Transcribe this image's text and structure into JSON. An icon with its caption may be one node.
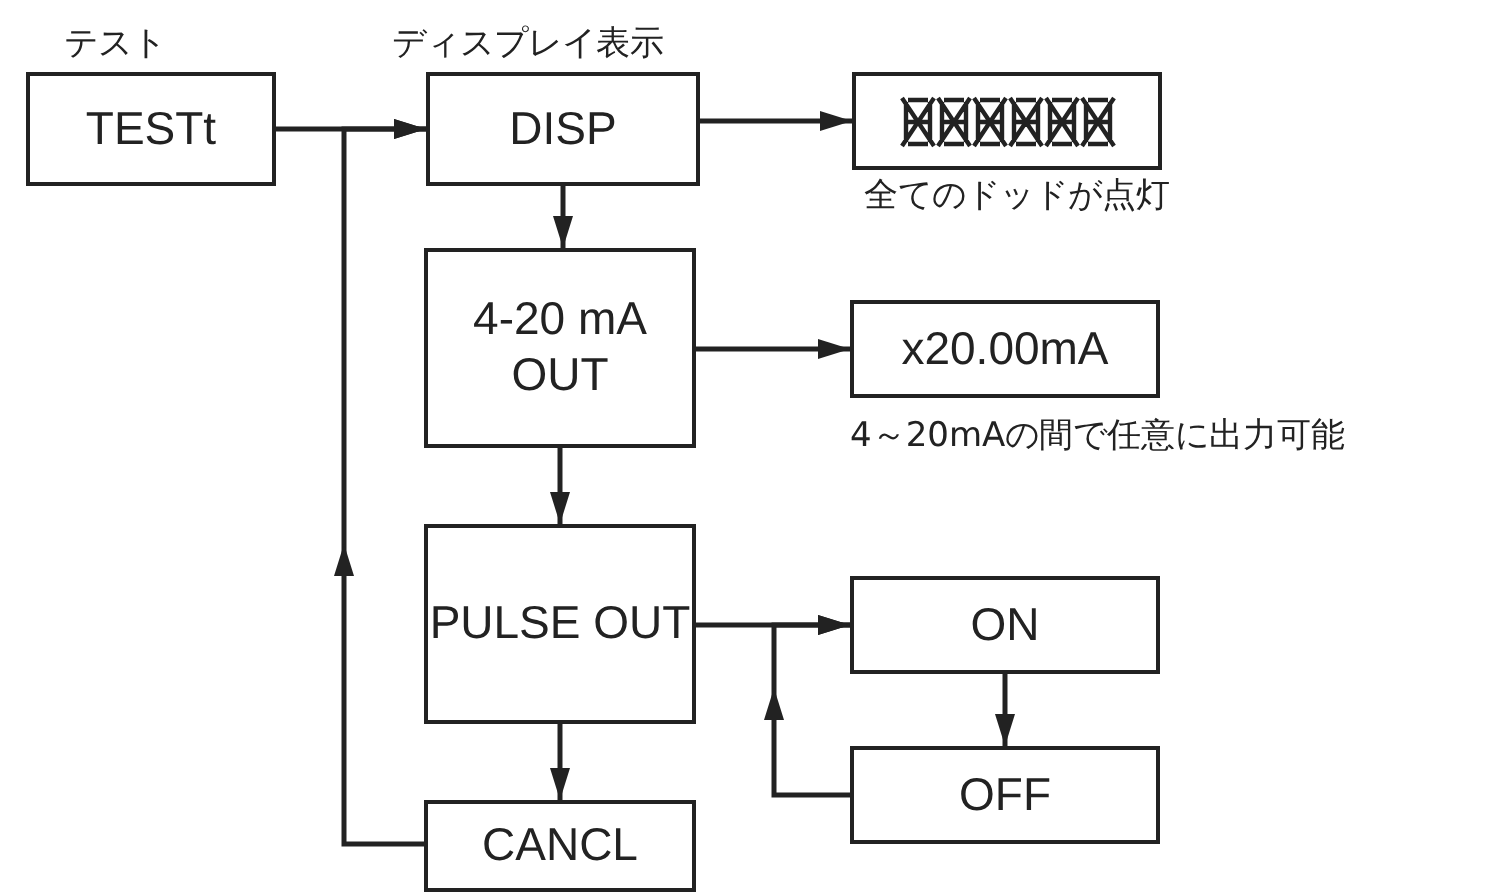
{
  "diagram": {
    "nodes": [
      {
        "text": [
          "TESTt"
        ],
        "beside": [
          "テスト"
        ]
      },
      {
        "text": [
          "DISP"
        ],
        "beside": [
          "ディスプレイ表示"
        ]
      },
      {
        "text": [],
        "shape": "box",
        "beside": [
          "全てのドッドが点灯"
        ]
      },
      {
        "text": [
          "4-20 mA OUT"
        ]
      },
      {
        "text": [
          "x20.00mA"
        ],
        "beside": [
          "4～20mAの間で任意に出力可能"
        ]
      },
      {
        "text": [
          "PULSE OUT"
        ]
      },
      {
        "text": [
          "ON"
        ]
      },
      {
        "text": [
          "OFF"
        ]
      },
      {
        "text": [
          "CANCL"
        ]
      }
    ],
    "edges": [
      {
        "from": 0,
        "to": 1,
        "arrow": "to"
      },
      {
        "from": 1,
        "to": 2,
        "arrow": "to"
      },
      {
        "from": 1,
        "to": 3,
        "arrow": "to"
      },
      {
        "from": 3,
        "to": 4,
        "arrow": "to"
      },
      {
        "from": 3,
        "to": 5,
        "arrow": "to"
      },
      {
        "from": 5,
        "to": 6,
        "arrow": "to"
      },
      {
        "from": 6,
        "to": 7,
        "arrow": "to"
      },
      {
        "from": 7,
        "to": 6,
        "arrow": "to"
      },
      {
        "from": 5,
        "to": 8,
        "arrow": "to"
      },
      {
        "from": 8,
        "to": 1,
        "arrow": "to"
      }
    ]
  }
}
